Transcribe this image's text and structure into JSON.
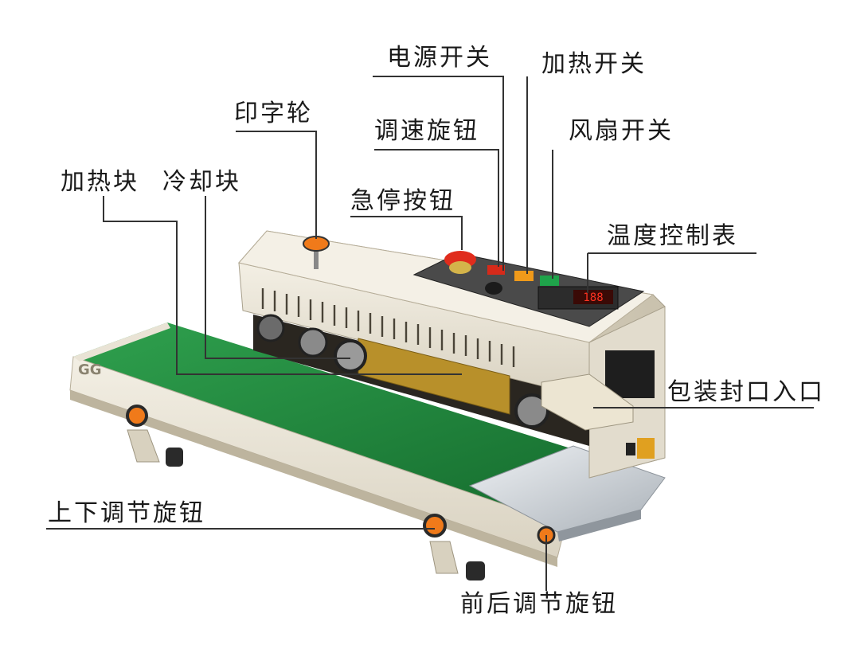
{
  "callouts": {
    "power_switch": "电源开关",
    "heating_switch": "加热开关",
    "print_wheel": "印字轮",
    "speed_knob": "调速旋钮",
    "fan_switch": "风扇开关",
    "heating_block": "加热块",
    "cooling_block": "冷却块",
    "emergency_stop": "急停按钮",
    "temp_controller": "温度控制表",
    "seal_inlet": "包装封口入口",
    "height_knob": "上下调节旋钮",
    "position_knob": "前后调节旋钮"
  },
  "product": {
    "brand_mark": "GG",
    "temp_display": "188"
  },
  "colors": {
    "body": "#ece7da",
    "belt": "#1f8a3c",
    "knob": "#f07a1a",
    "panel": "#4a4a4a",
    "led": "#ff3322",
    "tray": "#cfd3d8"
  }
}
